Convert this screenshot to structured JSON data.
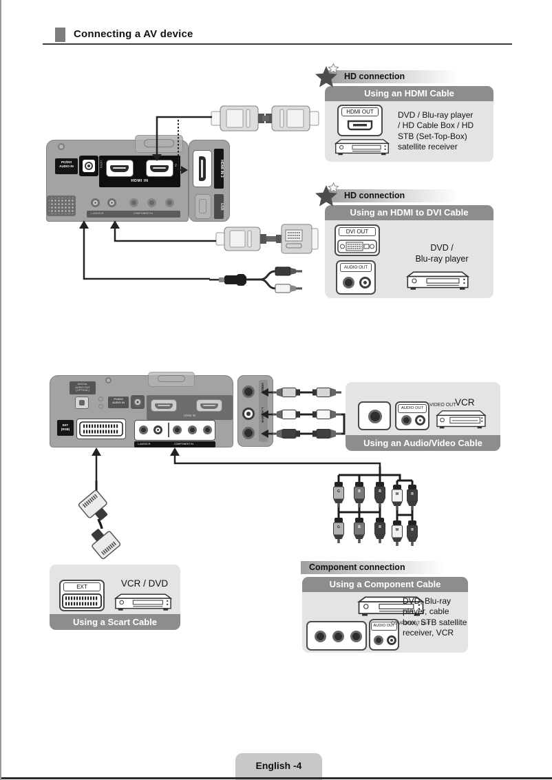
{
  "header": {
    "title": "Connecting a AV device"
  },
  "panel_labels": {
    "pc_dvi_audio_in": "PC/DVI\nAUDIO IN",
    "hdmi_in": "HDMI IN",
    "hdmi_port1": "1 (DVI)",
    "hdmi_port2": "2",
    "hdmi_in_3": "HDMI IN 3",
    "usb": "USB",
    "digital_audio_out": "DIGITAL\nAUDIO OUT\n(OPTICAL)",
    "ext_rgb": "EXT\n(RGB)",
    "audio_lr": "L-AUDIO-R",
    "audio": "AUDIO",
    "component_in": "COMPONENT IN",
    "video": "VIDEO"
  },
  "hdmi_box": {
    "section_label": "HD connection",
    "title": "Using an HDMI Cable",
    "port_label": "HDMI OUT",
    "description": "DVD / Blu-ray player\n/ HD Cable Box / HD\nSTB (Set-Top-Box)\nsatellite receiver"
  },
  "dvi_box": {
    "section_label": "HD connection",
    "title": "Using an HDMI to DVI Cable",
    "dvi_port_label": "DVI OUT",
    "audio_port_label": "AUDIO OUT",
    "description": "DVD /\nBlu-ray player"
  },
  "av_box": {
    "title": "Using an Audio/Video Cable",
    "audio_out_label": "AUDIO OUT",
    "video_out_label": "VIDEO OUT",
    "device": "VCR"
  },
  "scart_box": {
    "title": "Using a Scart Cable",
    "port_label": "EXT",
    "device": "VCR / DVD"
  },
  "component_box": {
    "section_label": "Component connection",
    "title": "Using a Component Cable",
    "audio_out_label": "AUDIO OUT",
    "component_out_label": "COMPONENT OUT",
    "description": "DVD, Blu-ray\nplayer, cable\nbox, STB satellite\nreceiver, VCR"
  },
  "cable_plugs": {
    "component": [
      "G",
      "B",
      "R"
    ],
    "audio": [
      "W",
      "R"
    ]
  },
  "footer": {
    "label": "English -4"
  },
  "colors": {
    "bar_dark": "#8d8d8d",
    "panel_gray": "#a3a3a3",
    "box_gray": "#e4e4e4",
    "line": "#222222"
  }
}
